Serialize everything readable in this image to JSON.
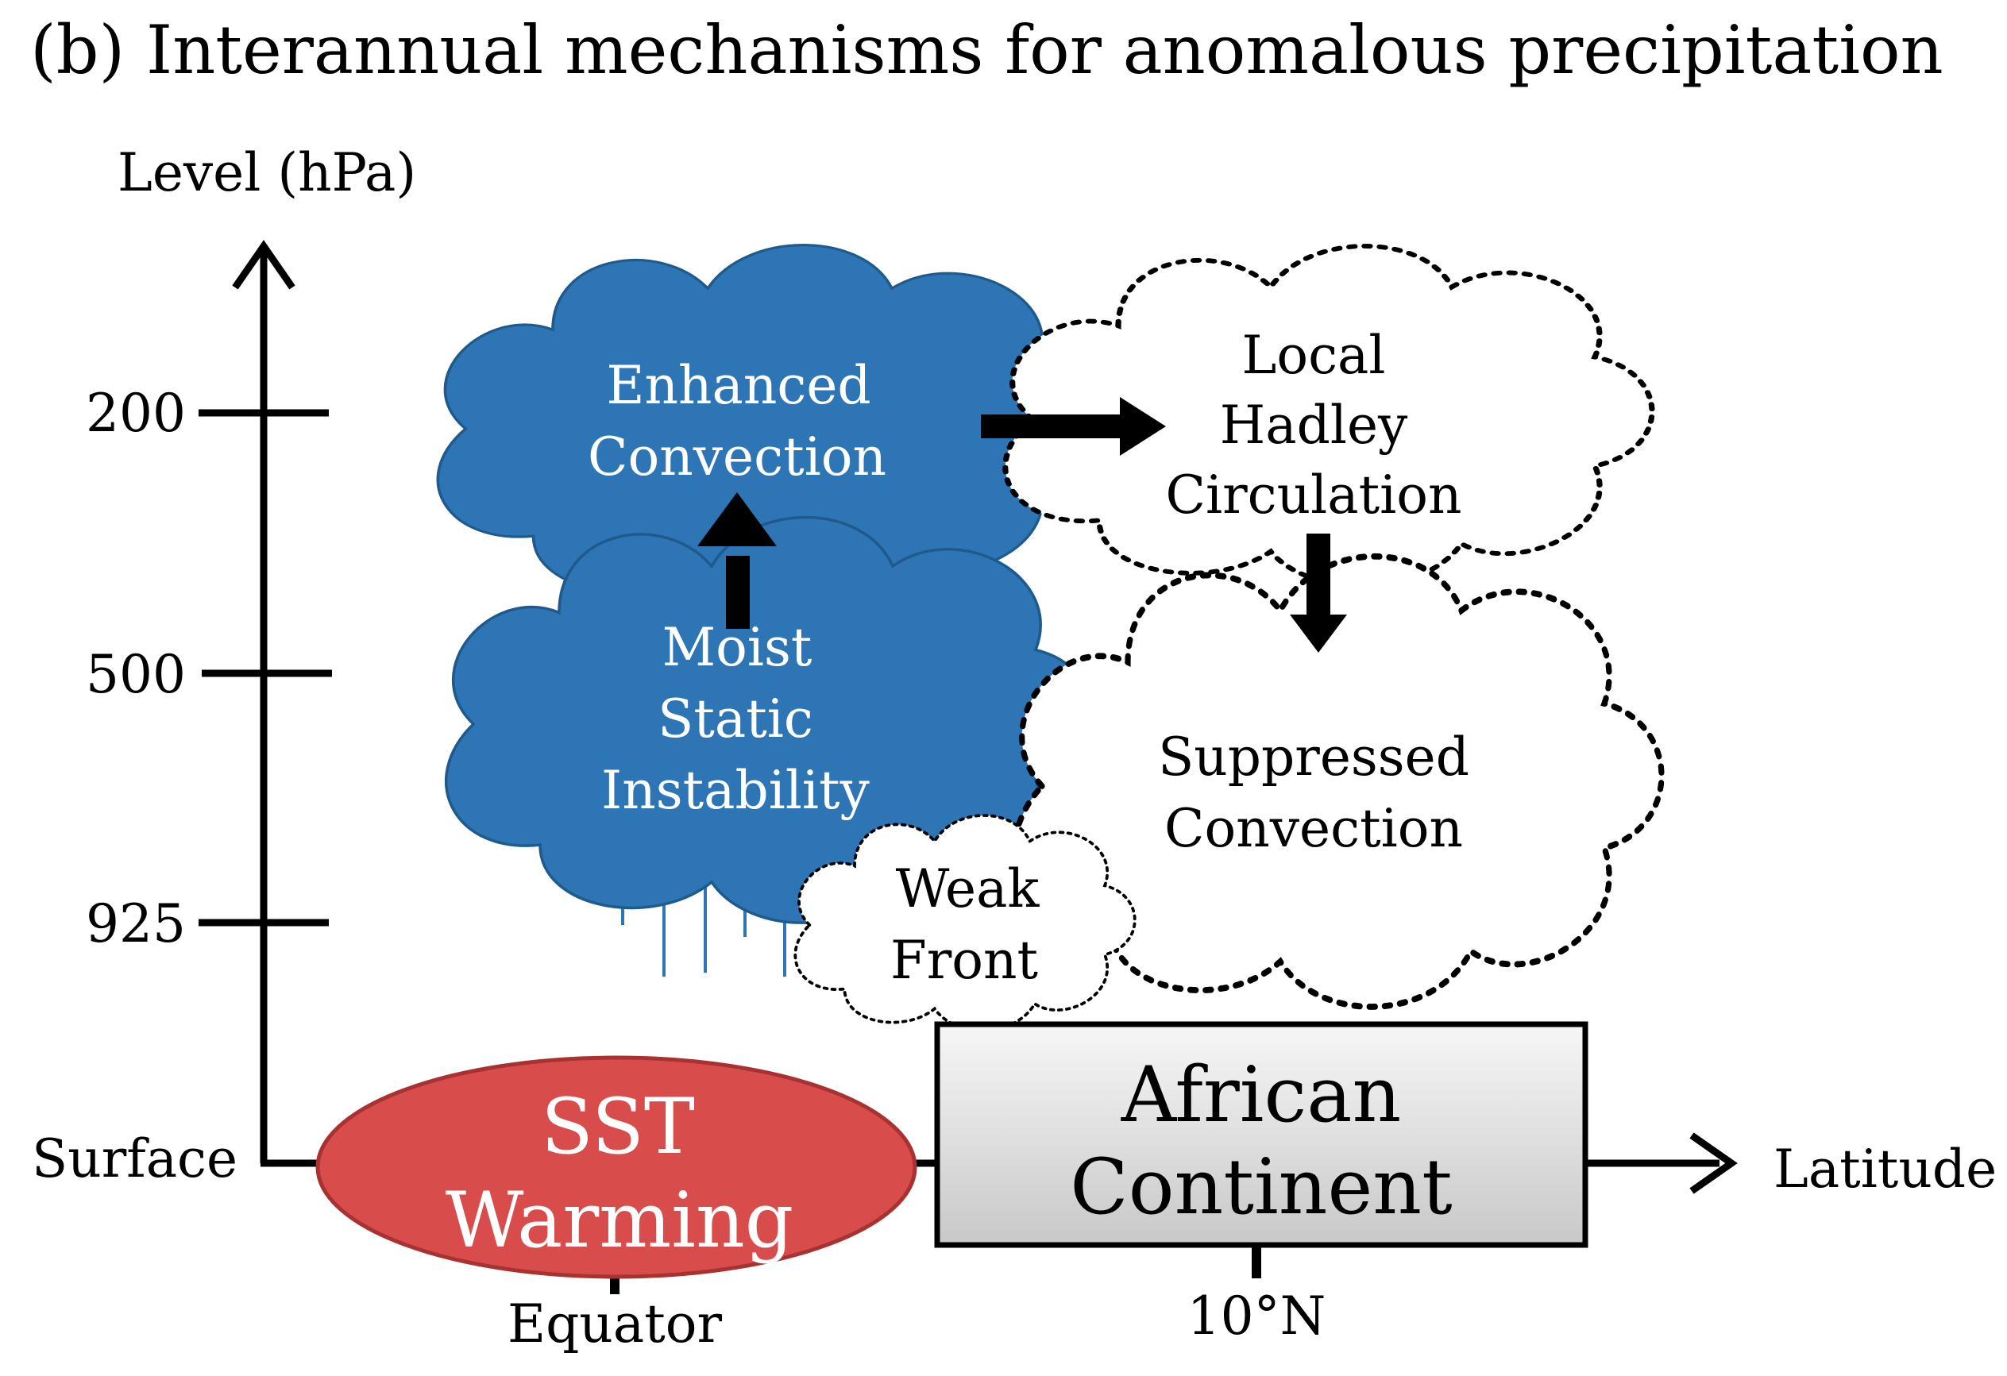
{
  "title": "(b) Interannual mechanisms for anomalous precipitation",
  "axes": {
    "y_label": "Level (hPa)",
    "x_label": "Latitude",
    "y_ticks": [
      "200",
      "500",
      "925"
    ],
    "surface_label": "Surface",
    "x_ticks": [
      "Equator",
      "10°N"
    ]
  },
  "clouds": {
    "enhanced_convection": [
      "Enhanced",
      "Convection"
    ],
    "moist_static_instability": [
      "Moist",
      "Static",
      "Instability"
    ],
    "local_hadley_circulation": [
      "Local",
      "Hadley",
      "Circulation"
    ],
    "suppressed_convection": [
      "Suppressed",
      "Convection"
    ],
    "weak_front": [
      "Weak",
      "Front"
    ]
  },
  "surface_features": {
    "sst_warming": [
      "SST",
      "Warming"
    ],
    "african_continent": [
      "African",
      "Continent"
    ]
  },
  "colors": {
    "cloud_fill": "#2e75b6",
    "cloud_stroke": "#1f5a8c",
    "sst_fill": "#d94c4c",
    "continent_fill": "#d9d9d9"
  }
}
